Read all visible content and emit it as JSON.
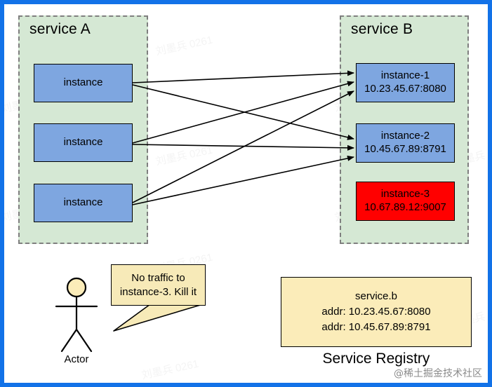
{
  "canvas": {
    "border_color": "#1272e8",
    "background": "#ffffff"
  },
  "service_a": {
    "title": "service A",
    "fill": "#d5e8d4",
    "instances": [
      {
        "label": "instance"
      },
      {
        "label": "instance"
      },
      {
        "label": "instance"
      }
    ]
  },
  "service_b": {
    "title": "service B",
    "fill": "#d5e8d4",
    "instances": [
      {
        "name": "instance-1",
        "addr": "10.23.45.67:8080",
        "state": "healthy",
        "color": "#7ea6e0"
      },
      {
        "name": "instance-2",
        "addr": "10.45.67.89:8791",
        "state": "healthy",
        "color": "#7ea6e0"
      },
      {
        "name": "instance-3",
        "addr": "10.67.89.12:9007",
        "state": "dead",
        "color": "#ff0000"
      }
    ]
  },
  "actor": {
    "label": "Actor",
    "bubble_line1": "No traffic to",
    "bubble_line2": "instance-3. Kill it"
  },
  "registry": {
    "caption": "Service Registry",
    "service_name": "service.b",
    "entries": [
      "addr: 10.23.45.67:8080",
      "addr: 10.45.67.89:8791"
    ],
    "fill": "#fbecb9"
  },
  "watermarks": {
    "tile_text": "刘墨兵 0261",
    "corner_text": "@稀土掘金技术社区"
  }
}
